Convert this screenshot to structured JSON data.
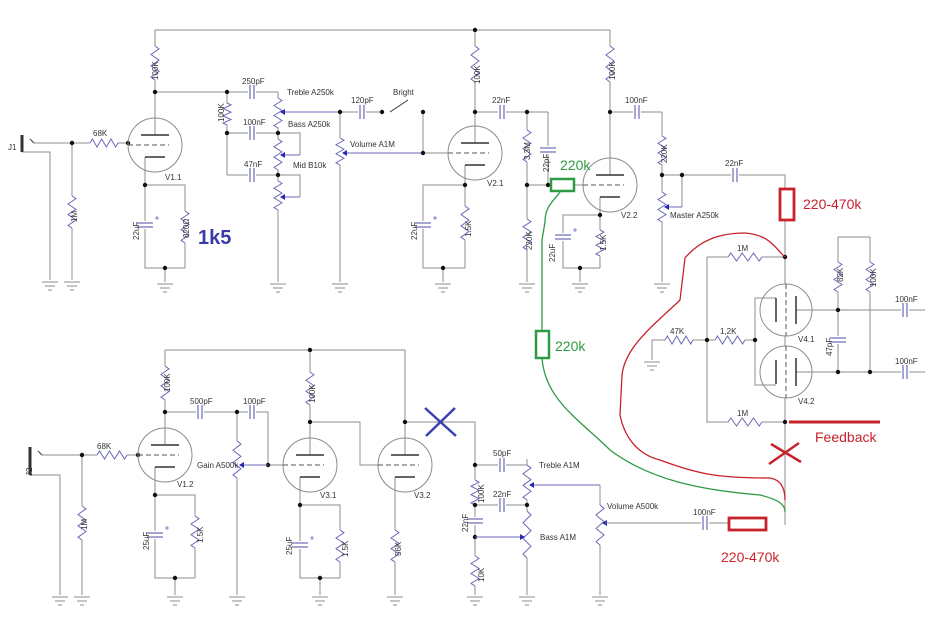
{
  "colors": {
    "wire": "#8c8c8c",
    "component": "#6a6ab8",
    "node": "#111111",
    "green_mod": "#2e9a44",
    "red_mod": "#c8232c",
    "blue_note": "#3a3aa8"
  },
  "input_stage_1": [
    "J1",
    "68K",
    "1M",
    "100K",
    "V1.1",
    "22uF",
    "820Ω"
  ],
  "tone_stack_1": [
    "250pF",
    "Treble  A250k",
    "100K",
    "100nF",
    "Bass  A250k",
    "47nF",
    "Mid  B10k"
  ],
  "gain_stage_2": [
    "120pF",
    "Bright",
    "Volume  A1M",
    "100K",
    "22nF",
    "V2.1",
    "22uF",
    "1.5K",
    "3.3M",
    "22pF",
    "220K",
    "V2.2",
    "22uF",
    "1.5K",
    "100K",
    "100nF",
    "220K",
    "Master  A250k",
    "22nF"
  ],
  "power_amp": [
    "1M",
    "82K",
    "100K",
    "100nF",
    "47K",
    "1,2K",
    "V4.1",
    "47pF",
    "100nF",
    "V4.2",
    "1M"
  ],
  "input_stage_2": [
    "J2",
    "68K",
    "1M",
    "100K",
    "500pF",
    "100pF",
    "Gain  A500k",
    "V1.2",
    "25uF",
    "1.5K",
    "100K",
    "V3.1",
    "25uF",
    "1.5K",
    "V3.2",
    "56K"
  ],
  "tone_stack_2": [
    "50pF",
    "Treble  A1M",
    "100K",
    "22nF",
    "Bass  A1M",
    "22nF",
    "10K",
    "Volume  A500k",
    "100nF"
  ],
  "annotations": {
    "cathode_note": "1k5",
    "green_resistor_1": "220k",
    "green_resistor_2": "220k",
    "red_resistor_1": "220-470k",
    "red_resistor_2": "220-470k",
    "feedback": "Feedback"
  }
}
